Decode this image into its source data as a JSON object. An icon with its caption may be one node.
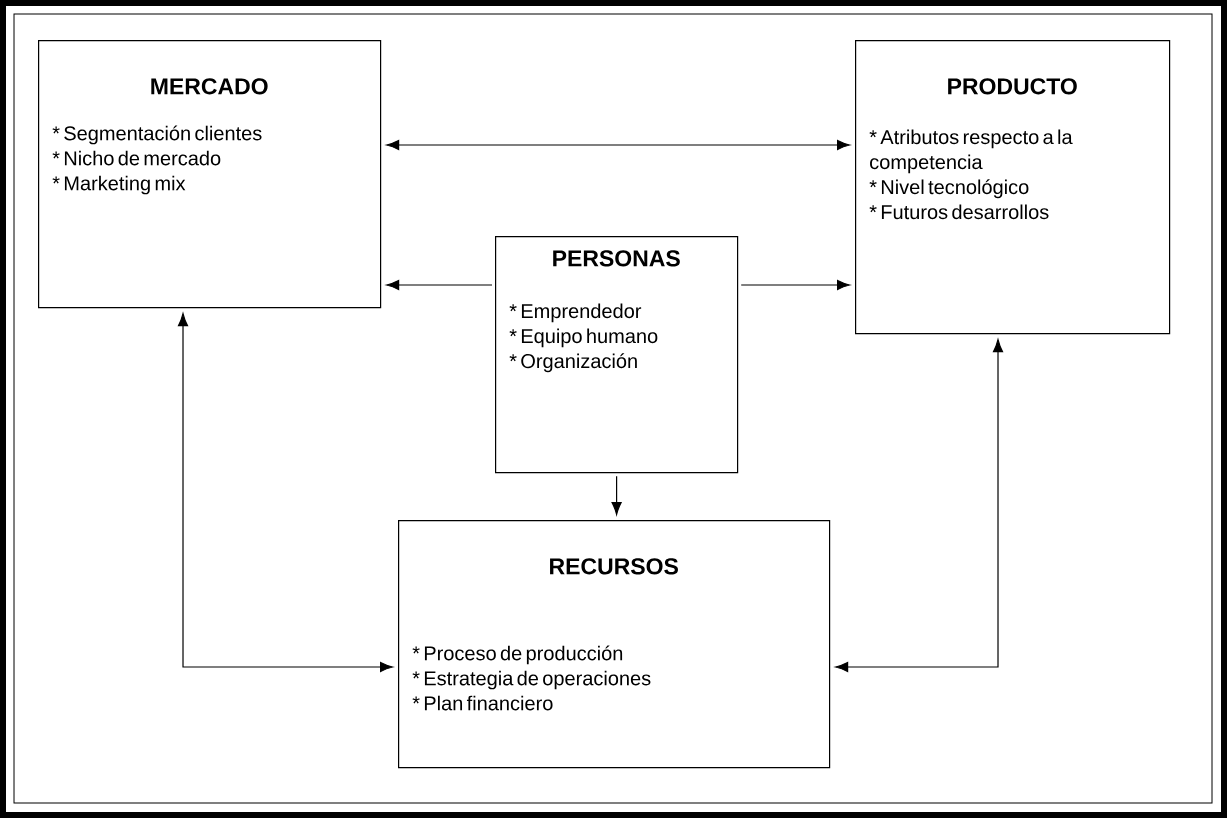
{
  "diagram": {
    "nodes": [
      {
        "text": [
          "MERCADO",
          "* Segmentación clientes",
          "* Nicho de mercado",
          "* Marketing mix"
        ]
      },
      {
        "text": [
          "PRODUCTO",
          "* Atributos respecto a la competencia",
          "* Nivel tecnológico",
          "* Futuros desarrollos"
        ]
      },
      {
        "text": [
          "PERSONAS",
          "* Emprendedor",
          "* Equipo humano",
          "* Organización"
        ]
      },
      {
        "text": [
          "RECURSOS",
          "* Proceso de producción",
          "* Estrategia de operaciones",
          "* Plan financiero"
        ]
      }
    ],
    "edges": [
      {
        "from": 0,
        "to": 1,
        "arrow": "both"
      },
      {
        "from": 2,
        "to": 0,
        "arrow": "to"
      },
      {
        "from": 2,
        "to": 1,
        "arrow": "to"
      },
      {
        "from": 2,
        "to": 3,
        "arrow": "to"
      },
      {
        "from": 0,
        "to": 3,
        "arrow": "both"
      },
      {
        "from": 1,
        "to": 3,
        "arrow": "both"
      }
    ]
  }
}
